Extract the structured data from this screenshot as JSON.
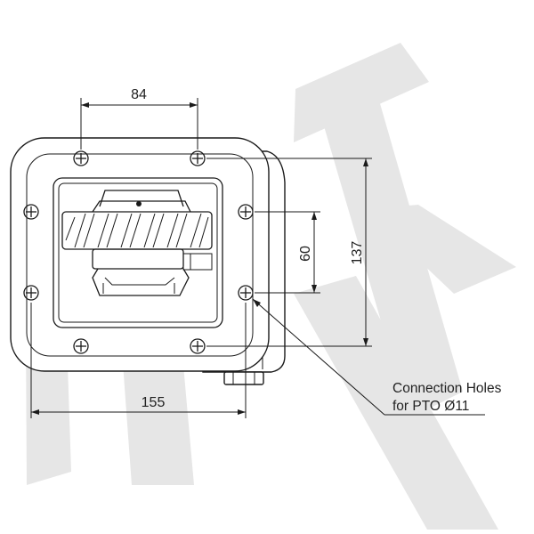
{
  "drawing": {
    "dimensions": {
      "top_width": "84",
      "bottom_width": "155",
      "inner_height": "60",
      "outer_height": "137"
    },
    "note": {
      "line1": "Connection Holes",
      "line2": "for PTO Ø11"
    },
    "watermark": {
      "letters": "DK",
      "color": "#e6e6e6"
    },
    "line_color": "#1a1a1a"
  }
}
